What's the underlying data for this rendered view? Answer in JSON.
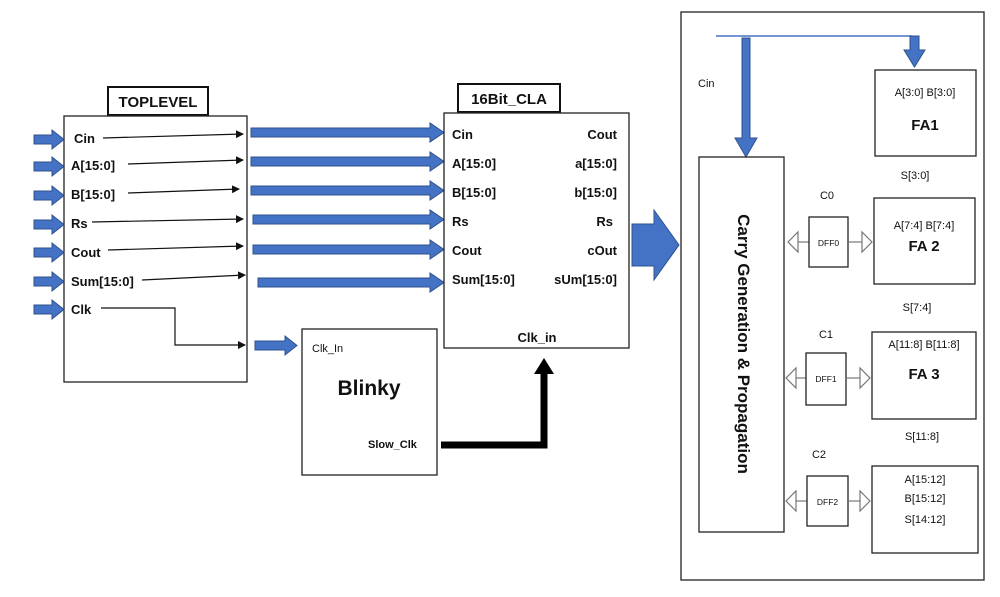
{
  "colors": {
    "arrow_blue": "#4472C4",
    "arrow_blue_dark": "#2F528F",
    "line": "#111111"
  },
  "toplevel": {
    "title": "TOPLEVEL",
    "ports": [
      "Cin",
      "A[15:0]",
      "B[15:0]",
      "Rs",
      "Cout",
      "Sum[15:0]",
      "Clk"
    ]
  },
  "cla": {
    "title": "16Bit_CLA",
    "inputs": [
      "Cin",
      "A[15:0]",
      "B[15:0]",
      "Rs",
      "Cout",
      "Sum[15:0]"
    ],
    "outputs": [
      "Cout",
      "a[15:0]",
      "b[15:0]",
      "Rs",
      "cOut",
      "sUm[15:0]"
    ],
    "clk": "Clk_in"
  },
  "blinky": {
    "title": "Blinky",
    "clk_in": "Clk_In",
    "slow_clk": "Slow_Clk"
  },
  "detail": {
    "cin": "Cin",
    "carry_block": "Carry Generation & Propagation",
    "carry_labels": [
      "C0",
      "C1",
      "C2"
    ],
    "dffs": [
      "DFF0",
      "DFF1",
      "DFF2"
    ],
    "sum_labels": [
      "S[3:0]",
      "S[7:4]",
      "S[11:8]"
    ],
    "fa1": {
      "inputs": "A[3:0] B[3:0]",
      "name": "FA1"
    },
    "fa2": {
      "inputs": "A[7:4] B[7:4]",
      "name": "FA 2"
    },
    "fa3": {
      "inputs": "A[11:8] B[11:8]",
      "name": "FA 3"
    },
    "fa4": {
      "line1": "A[15:12]",
      "line2": "B[15:12]",
      "line3": "S[14:12]"
    }
  }
}
